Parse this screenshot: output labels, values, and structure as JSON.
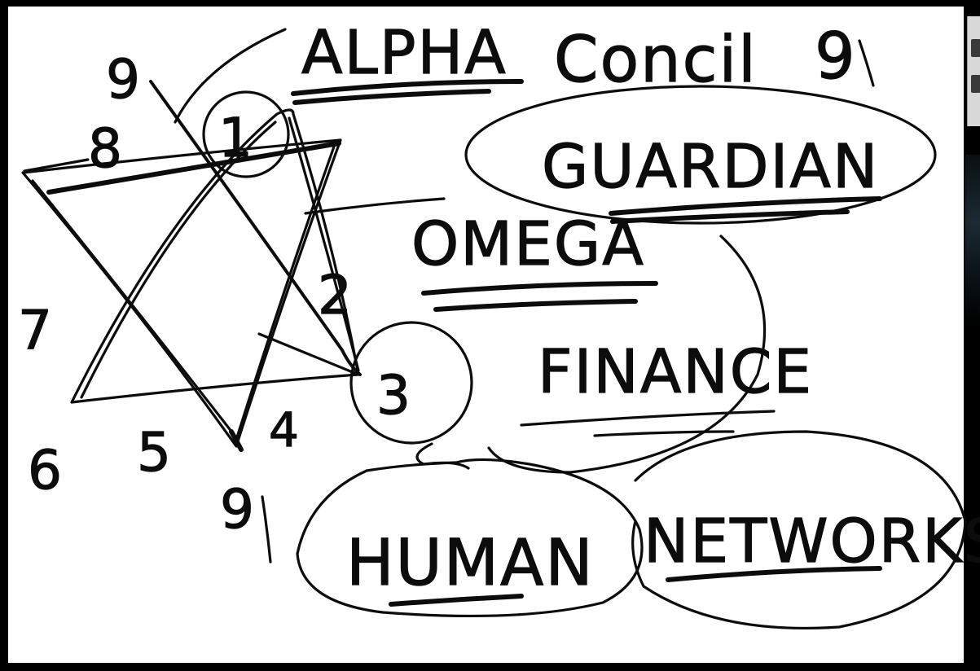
{
  "whiteboard": {
    "background_color": "#ffffff",
    "ink_color": "#0c0c0c",
    "frame_color": "#000000"
  },
  "header": {
    "alpha": "ALPHA",
    "council": "Concil",
    "council_number": "9"
  },
  "bubbles": {
    "guardian": "GUARDIAN",
    "human": "HUMAN",
    "networks": "NETWORKS"
  },
  "labels": {
    "omega": "OMEGA",
    "finance": "FINANCE"
  },
  "star_numbers": {
    "top": "9",
    "n1": "1",
    "n2": "2",
    "n3": "3",
    "n4": "4",
    "n5": "5",
    "n6": "6",
    "n7": "7",
    "n8": "8",
    "bottom": "9"
  }
}
